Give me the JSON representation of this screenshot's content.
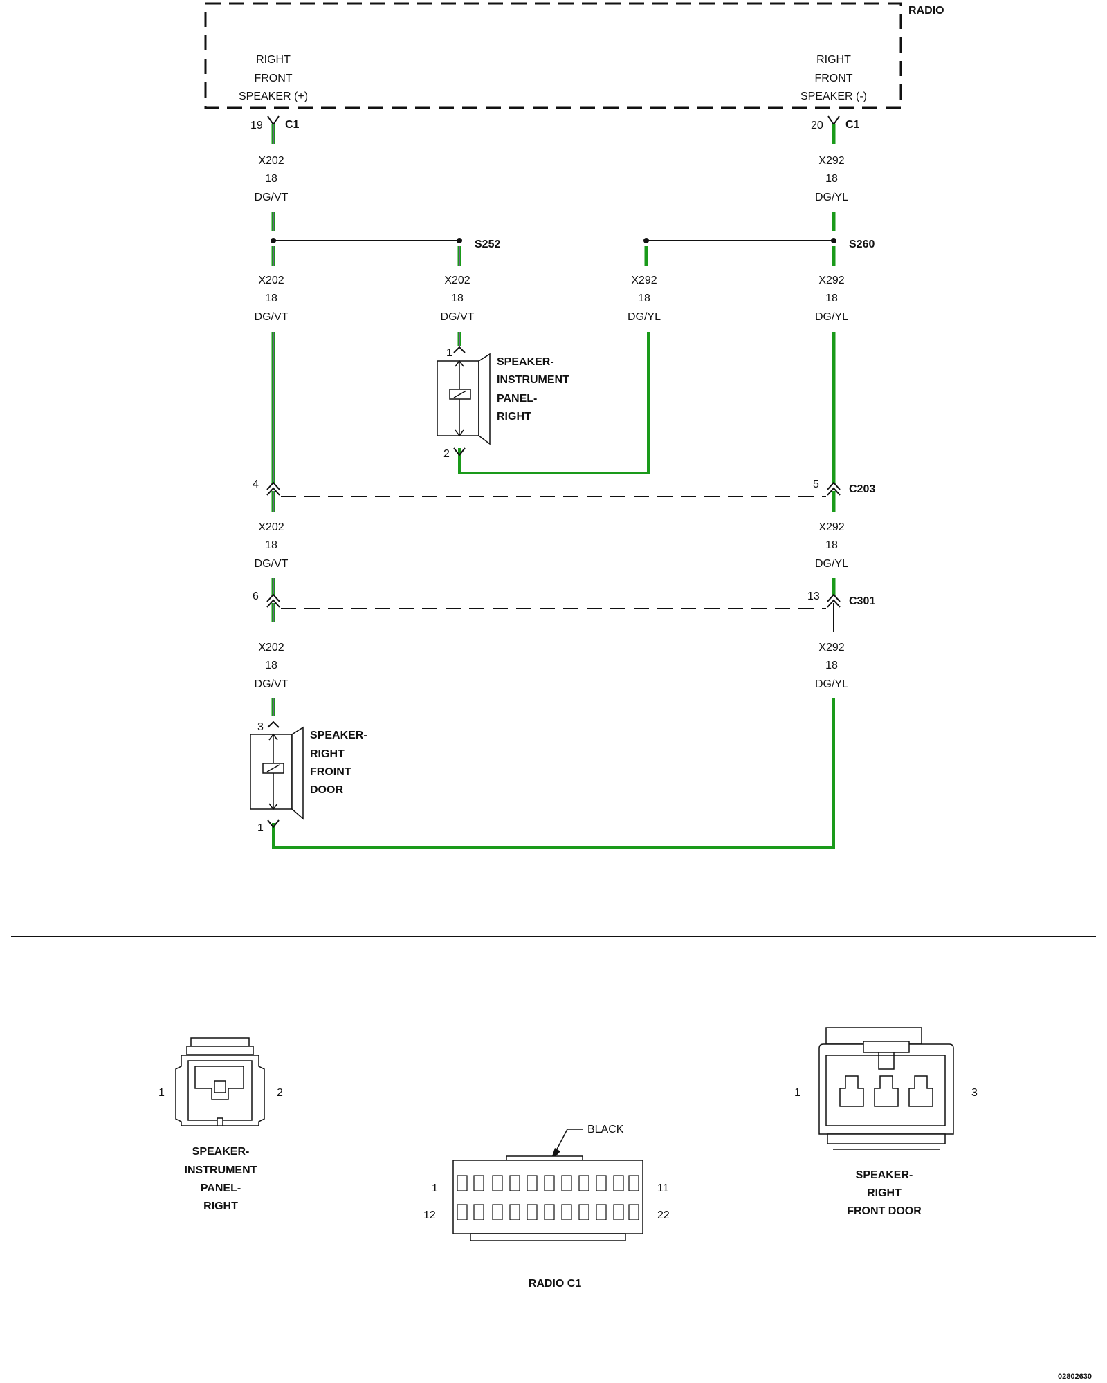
{
  "colors": {
    "wire_green": "#1a9a1a",
    "wire_violet": "#8a4fa8",
    "ink": "#111111",
    "background": "#ffffff"
  },
  "radio": {
    "title": "RADIO",
    "pin_left": {
      "lines": [
        "RIGHT",
        "FRONT",
        "SPEAKER (+)"
      ],
      "pin": "19",
      "connector": "C1"
    },
    "pin_right": {
      "lines": [
        "RIGHT",
        "FRONT",
        "SPEAKER (-)"
      ],
      "pin": "20",
      "connector": "C1"
    }
  },
  "wires": {
    "w1": [
      "X202",
      "18",
      "DG/VT"
    ],
    "w2": [
      "X292",
      "18",
      "DG/YL"
    ],
    "w3": [
      "X202",
      "18",
      "DG/VT"
    ],
    "w4": [
      "X202",
      "18",
      "DG/VT"
    ],
    "w5": [
      "X292",
      "18",
      "DG/YL"
    ],
    "w6": [
      "X292",
      "18",
      "DG/YL"
    ],
    "w7": [
      "X202",
      "18",
      "DG/VT"
    ],
    "w8": [
      "X292",
      "18",
      "DG/YL"
    ],
    "w9": [
      "X202",
      "18",
      "DG/VT"
    ],
    "w10": [
      "X292",
      "18",
      "DG/YL"
    ]
  },
  "splices": {
    "left": "S252",
    "right": "S260"
  },
  "connectors": {
    "c203": {
      "name": "C203",
      "pin_left": "4",
      "pin_right": "5"
    },
    "c301": {
      "name": "C301",
      "pin_left": "6",
      "pin_right": "13"
    }
  },
  "speaker_panel": {
    "lines": [
      "SPEAKER-",
      "INSTRUMENT",
      "PANEL-",
      "RIGHT"
    ],
    "pin_top": "1",
    "pin_bottom": "2"
  },
  "speaker_door": {
    "lines": [
      "SPEAKER-",
      "RIGHT",
      "FROINT",
      "DOOR"
    ],
    "pin_top": "3",
    "pin_bottom": "1"
  },
  "connector_views": {
    "panel": {
      "lines": [
        "SPEAKER-",
        "INSTRUMENT",
        "PANEL-",
        "RIGHT"
      ],
      "pin_left": "1",
      "pin_right": "2"
    },
    "radio_c1": {
      "label": "RADIO C1",
      "color_callout": "BLACK",
      "pin_tl": "1",
      "pin_tr": "11",
      "pin_bl": "12",
      "pin_br": "22"
    },
    "door": {
      "lines": [
        "SPEAKER-",
        "RIGHT",
        "FRONT DOOR"
      ],
      "pin_left": "1",
      "pin_right": "3"
    }
  },
  "figure_id": "02802630"
}
